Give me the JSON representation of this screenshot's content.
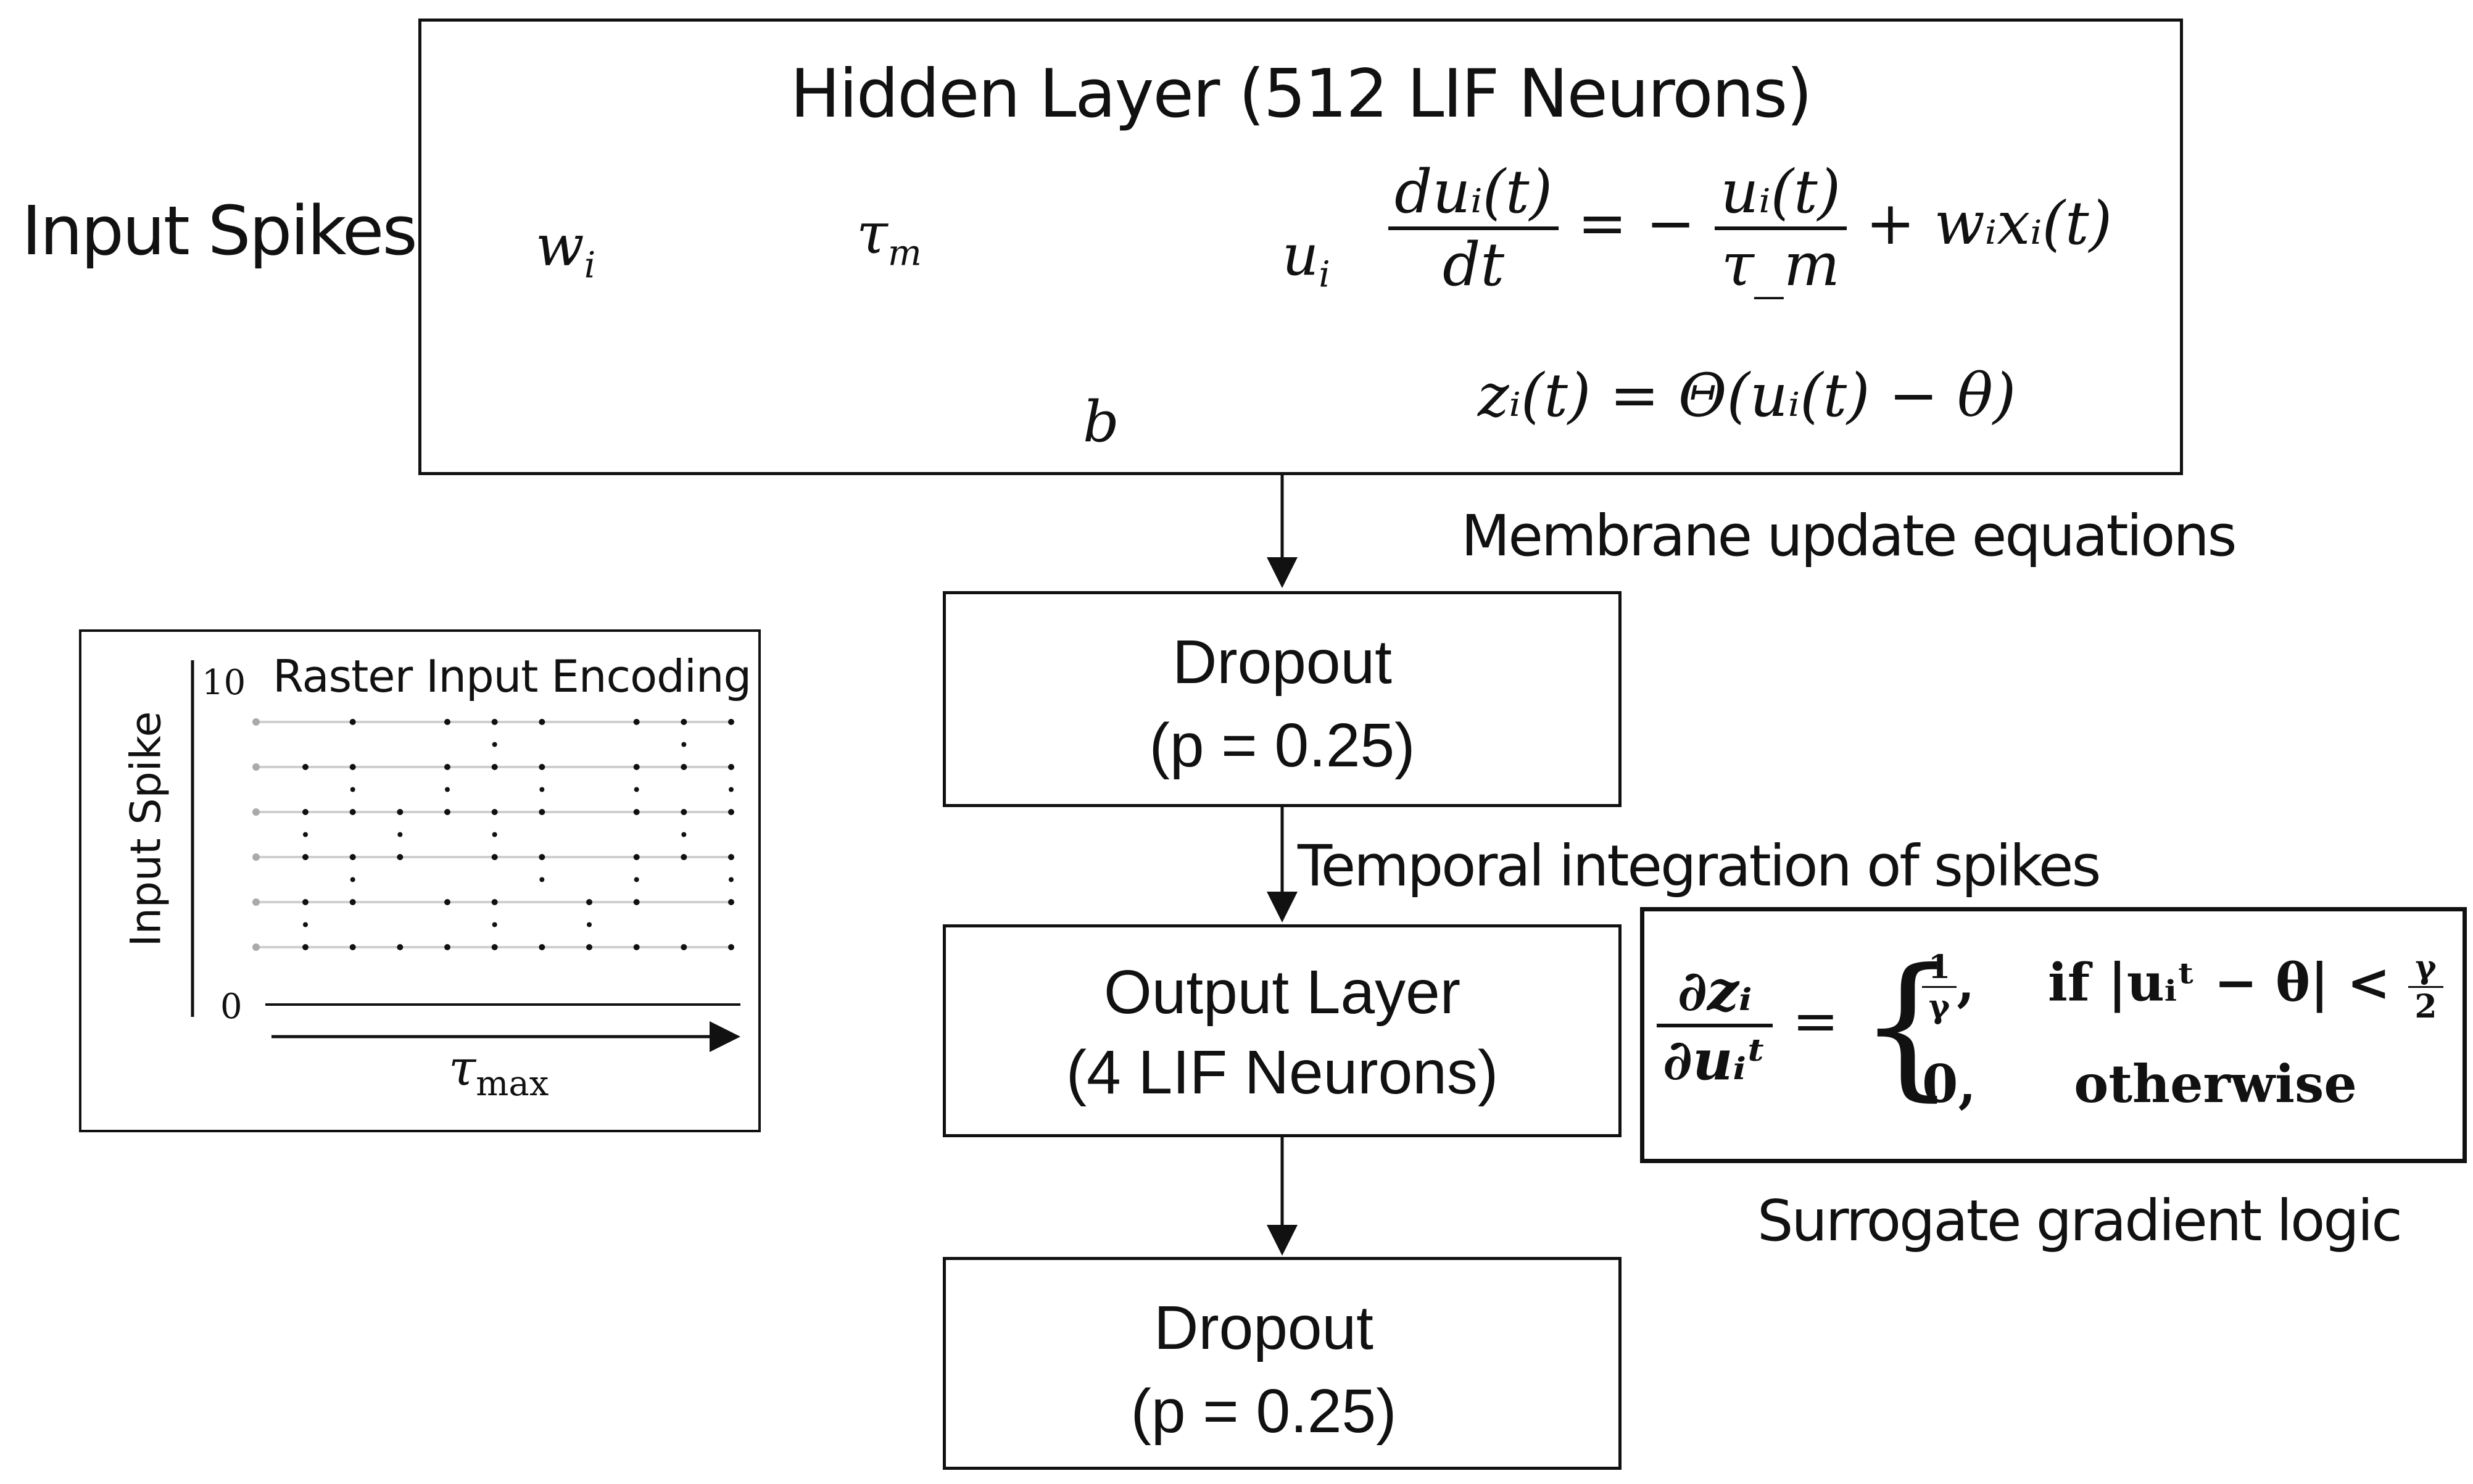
{
  "input_label": "Input Spikes",
  "hidden_layer": {
    "title": "Hidden Layer (512 LIF Neurons)",
    "w_sym": "w",
    "w_sub": "i",
    "tau_sym": "τ",
    "tau_sub": "m",
    "u_sym": "u",
    "u_sub": "i",
    "b_sym": "b",
    "eq1": {
      "lhs_num": "duᵢ(t)",
      "lhs_den": "dt",
      "mid": "= −",
      "rhs_num": "uᵢ(t)",
      "rhs_den": "τ_m",
      "tail": "+ wᵢxᵢ(t)"
    },
    "eq2": "zᵢ(t) = Θ(uᵢ(t) − θ)"
  },
  "edge_labels": {
    "membrane": "Membrane update equations",
    "temporal": "Temporal integration of spikes",
    "surrogate": "Surrogate gradient logic"
  },
  "dropout1": {
    "title": "Dropout",
    "param": "(p = 0.25)"
  },
  "output_layer": {
    "title": "Output Layer",
    "sub": "(4 LIF Neurons)"
  },
  "dropout2": {
    "title": "Dropout",
    "param": "(p = 0.25)"
  },
  "surrogate_eq": {
    "lhs_num": "∂zᵢ",
    "lhs_den": "∂uᵢᵗ",
    "eqsign": "=",
    "case1_val_num": "1",
    "case1_val_den": "γ",
    "case1_cond": "if |uᵢᵗ − θ| <",
    "case1_frac_num": "γ",
    "case1_frac_den": "2",
    "case2_val": "0,",
    "case2_cond": "otherwise"
  },
  "raster": {
    "title": "Raster Input Encoding",
    "ylabel": "Input Spike",
    "ytick_top": "10",
    "ytick_bottom": "0",
    "xlabel_sym": "τ",
    "xlabel_sub": "max"
  },
  "raster_data": {
    "rows": 6,
    "cols": 10,
    "spikes": [
      [
        0,
        1,
        0,
        1,
        1,
        1,
        0,
        1,
        1,
        1
      ],
      [
        1,
        1,
        0,
        1,
        1,
        1,
        0,
        1,
        1,
        1
      ],
      [
        1,
        1,
        1,
        1,
        1,
        1,
        0,
        1,
        1,
        1
      ],
      [
        1,
        1,
        1,
        0,
        1,
        1,
        0,
        1,
        1,
        1
      ],
      [
        1,
        1,
        0,
        1,
        1,
        0,
        1,
        1,
        0,
        1
      ],
      [
        1,
        1,
        1,
        1,
        1,
        1,
        1,
        1,
        1,
        1
      ]
    ]
  }
}
